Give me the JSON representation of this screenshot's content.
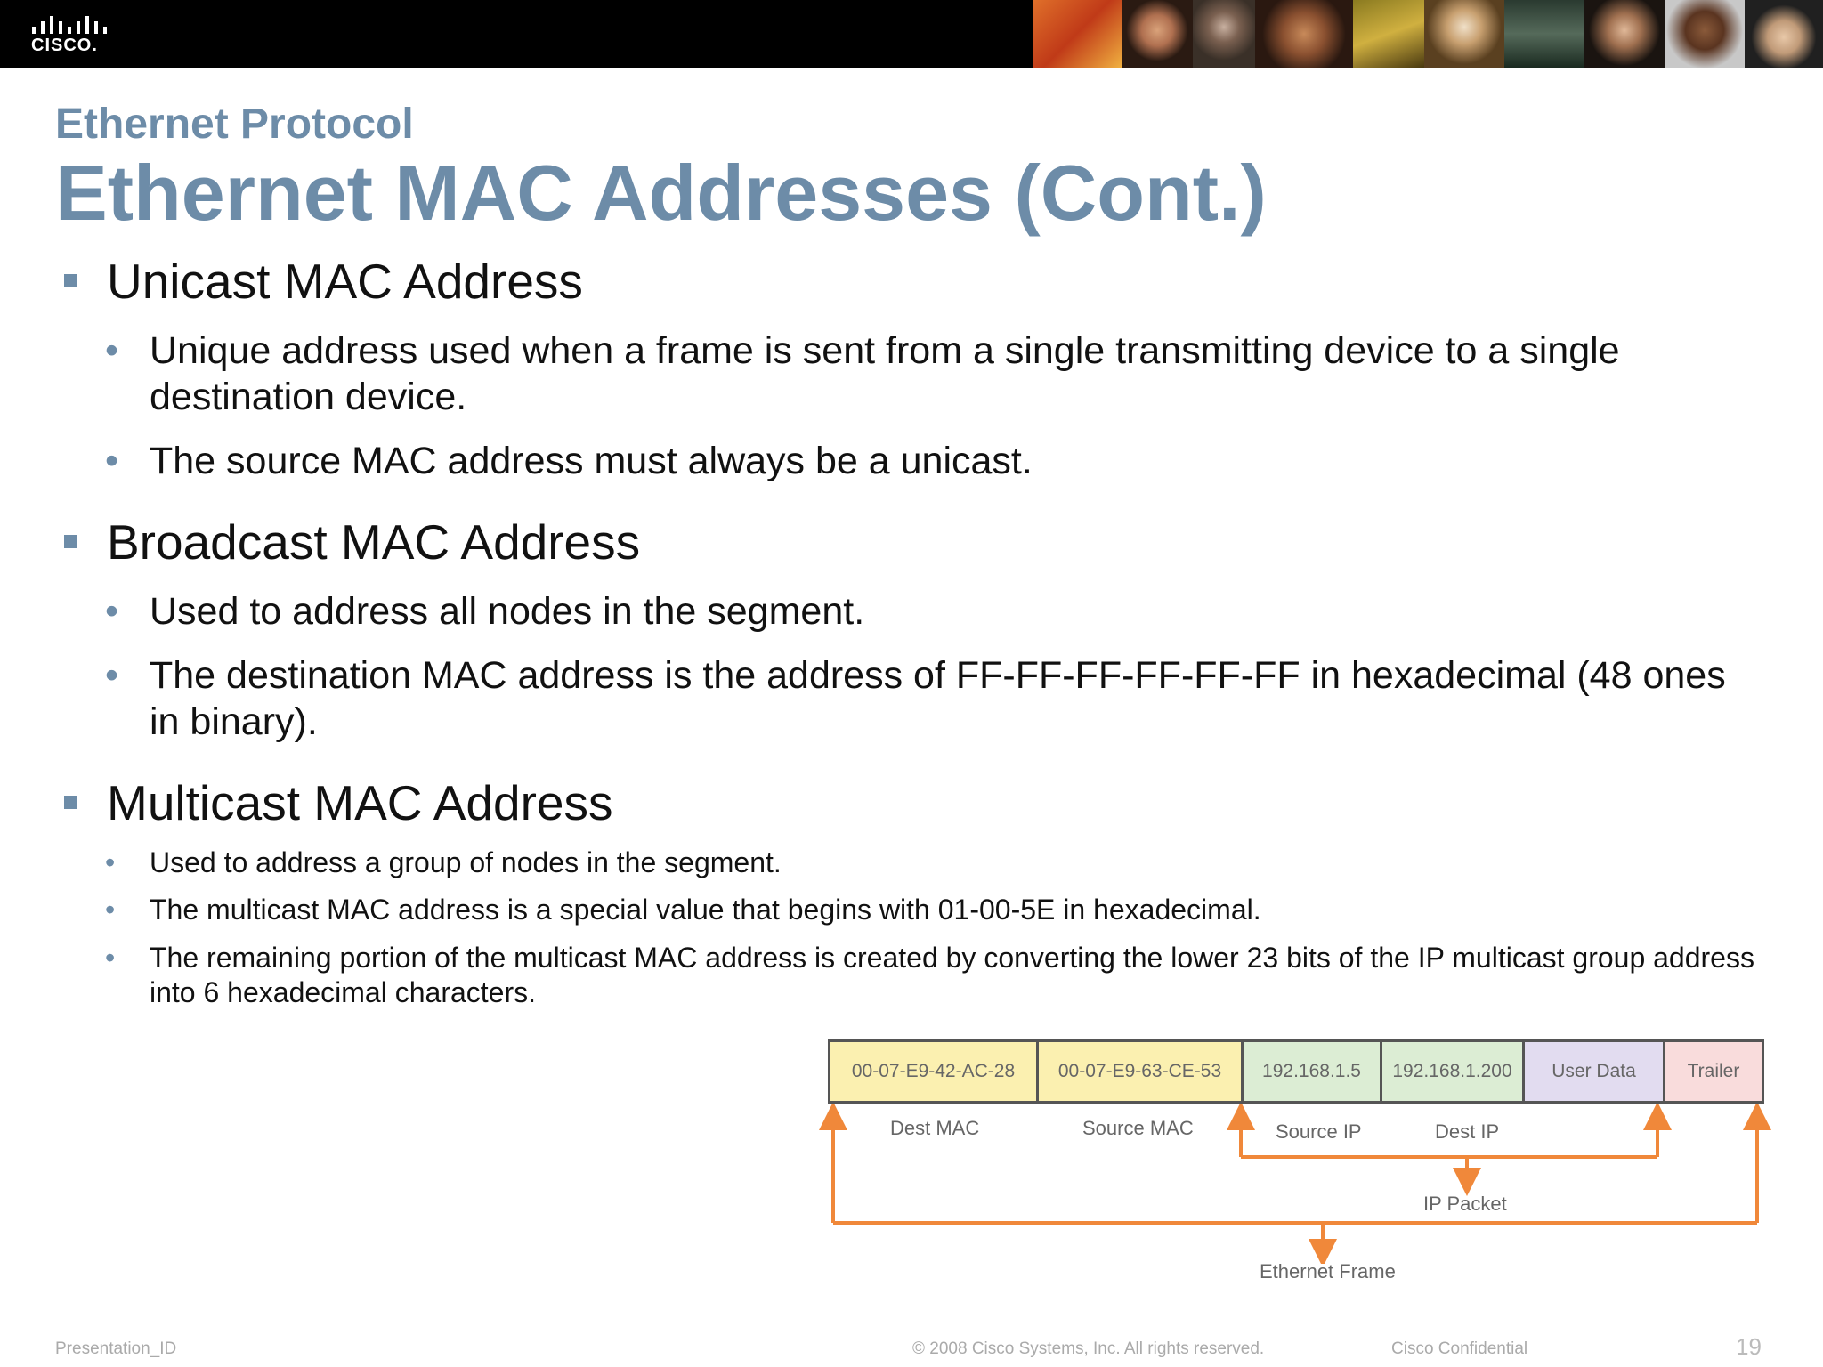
{
  "header": {
    "logo_text": "CISCO."
  },
  "slide": {
    "subtitle": "Ethernet Protocol",
    "title": "Ethernet MAC Addresses (Cont.)",
    "sections": [
      {
        "heading": "Unicast MAC Address",
        "bullets": [
          "Unique address used when a frame is sent from a single transmitting device to a single destination device.",
          "The source MAC address must always be a unicast."
        ]
      },
      {
        "heading": "Broadcast MAC Address",
        "bullets": [
          "Used to address all nodes in the segment.",
          "The destination MAC address is the address of FF-FF-FF-FF-FF-FF in hexadecimal (48 ones in binary)."
        ]
      },
      {
        "heading": "Multicast MAC Address",
        "bullets": [
          "Used to address a group of nodes in the segment.",
          "The multicast MAC address is a special value that begins with 01-00-5E in hexadecimal.",
          "The remaining portion of the multicast MAC address is created by converting the lower 23 bits of the IP multicast group address into 6 hexadecimal characters."
        ]
      }
    ]
  },
  "diagram": {
    "fields": [
      {
        "value": "00-07-E9-42-AC-28",
        "label": "Dest MAC",
        "color": "#fbf0b0"
      },
      {
        "value": "00-07-E9-63-CE-53",
        "label": "Source MAC",
        "color": "#fbf0b0"
      },
      {
        "value": "192.168.1.5",
        "label": "Source IP",
        "color": "#dcedd4"
      },
      {
        "value": "192.168.1.200",
        "label": "Dest IP",
        "color": "#dcedd4"
      },
      {
        "value": "User Data",
        "label": "",
        "color": "#e2dcf0"
      },
      {
        "value": "Trailer",
        "label": "",
        "color": "#f9dcdc"
      }
    ],
    "ip_packet_label": "IP Packet",
    "ethernet_frame_label": "Ethernet Frame",
    "arrow_color": "#f0883a"
  },
  "footer": {
    "presentation_id": "Presentation_ID",
    "copyright": "© 2008 Cisco Systems, Inc. All rights reserved.",
    "confidential": "Cisco Confidential",
    "page": "19"
  },
  "colors": {
    "title": "#6d8ca8",
    "bullet": "#6d8ca8",
    "header_bg": "#000000"
  }
}
